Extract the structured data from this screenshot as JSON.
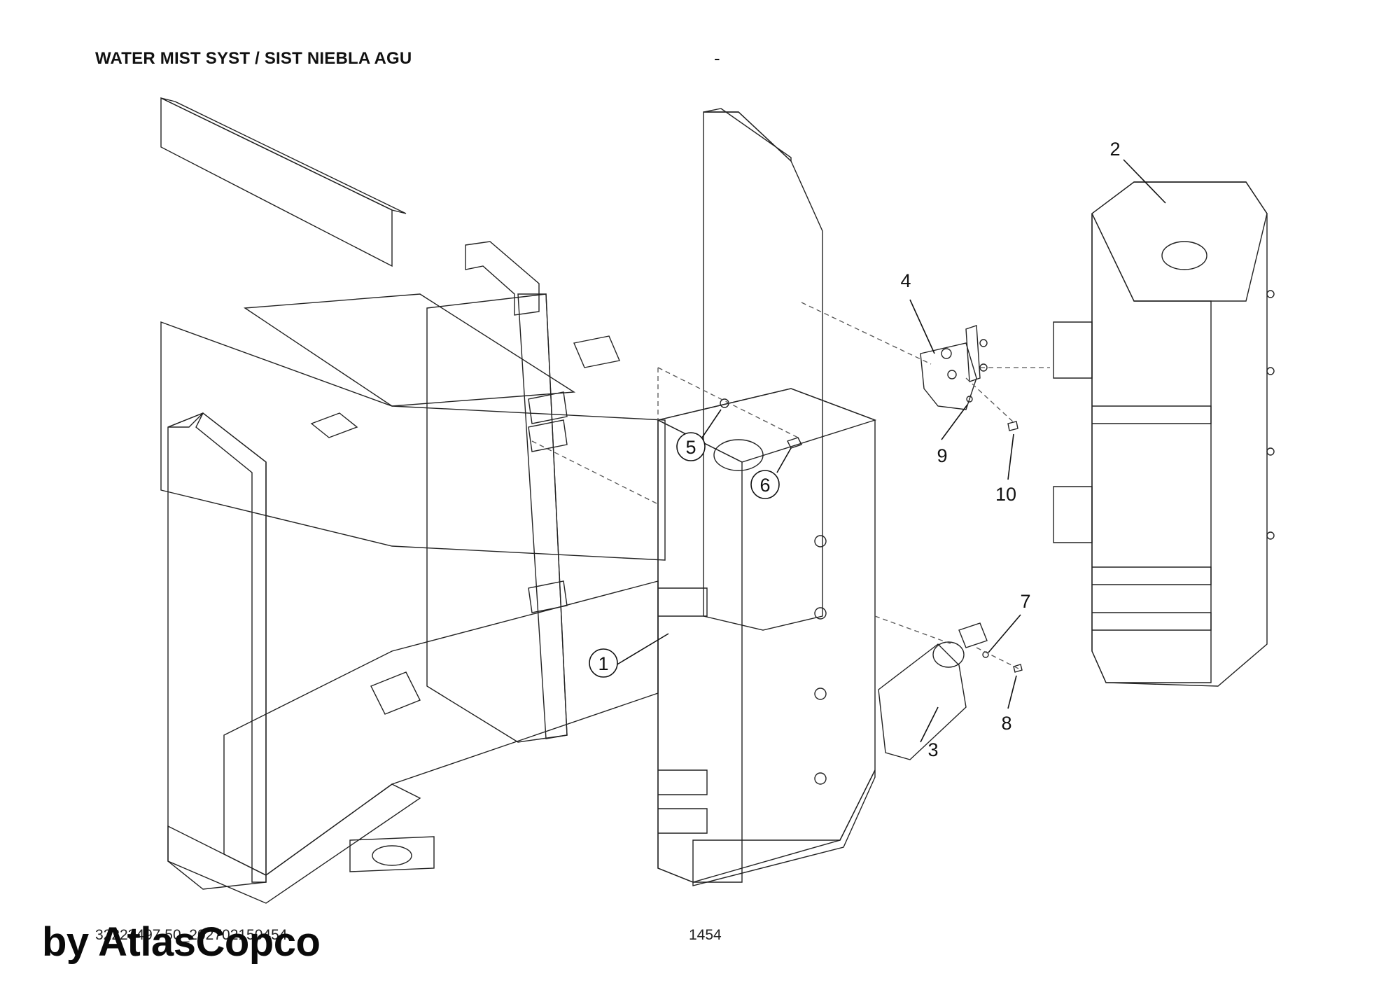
{
  "header": {
    "title": "WATER MIST SYST / SIST NIEBLA AGU",
    "dash": "-"
  },
  "footer": {
    "code": "32223497 50_202702150454",
    "page": "1454"
  },
  "watermark": "by AtlasCopco",
  "callouts": {
    "p1": "1",
    "p2": "2",
    "p3": "3",
    "p4": "4",
    "p5": "5",
    "p6": "6",
    "p7": "7",
    "p8": "8",
    "p9": "9",
    "p10": "10"
  },
  "colors": {
    "part_fill": "#d6d6d6",
    "part_shadow": "#b9b9b9",
    "part_light": "#e6e6e6",
    "cylinder": "#6e6e6e",
    "outline": "#222222"
  }
}
